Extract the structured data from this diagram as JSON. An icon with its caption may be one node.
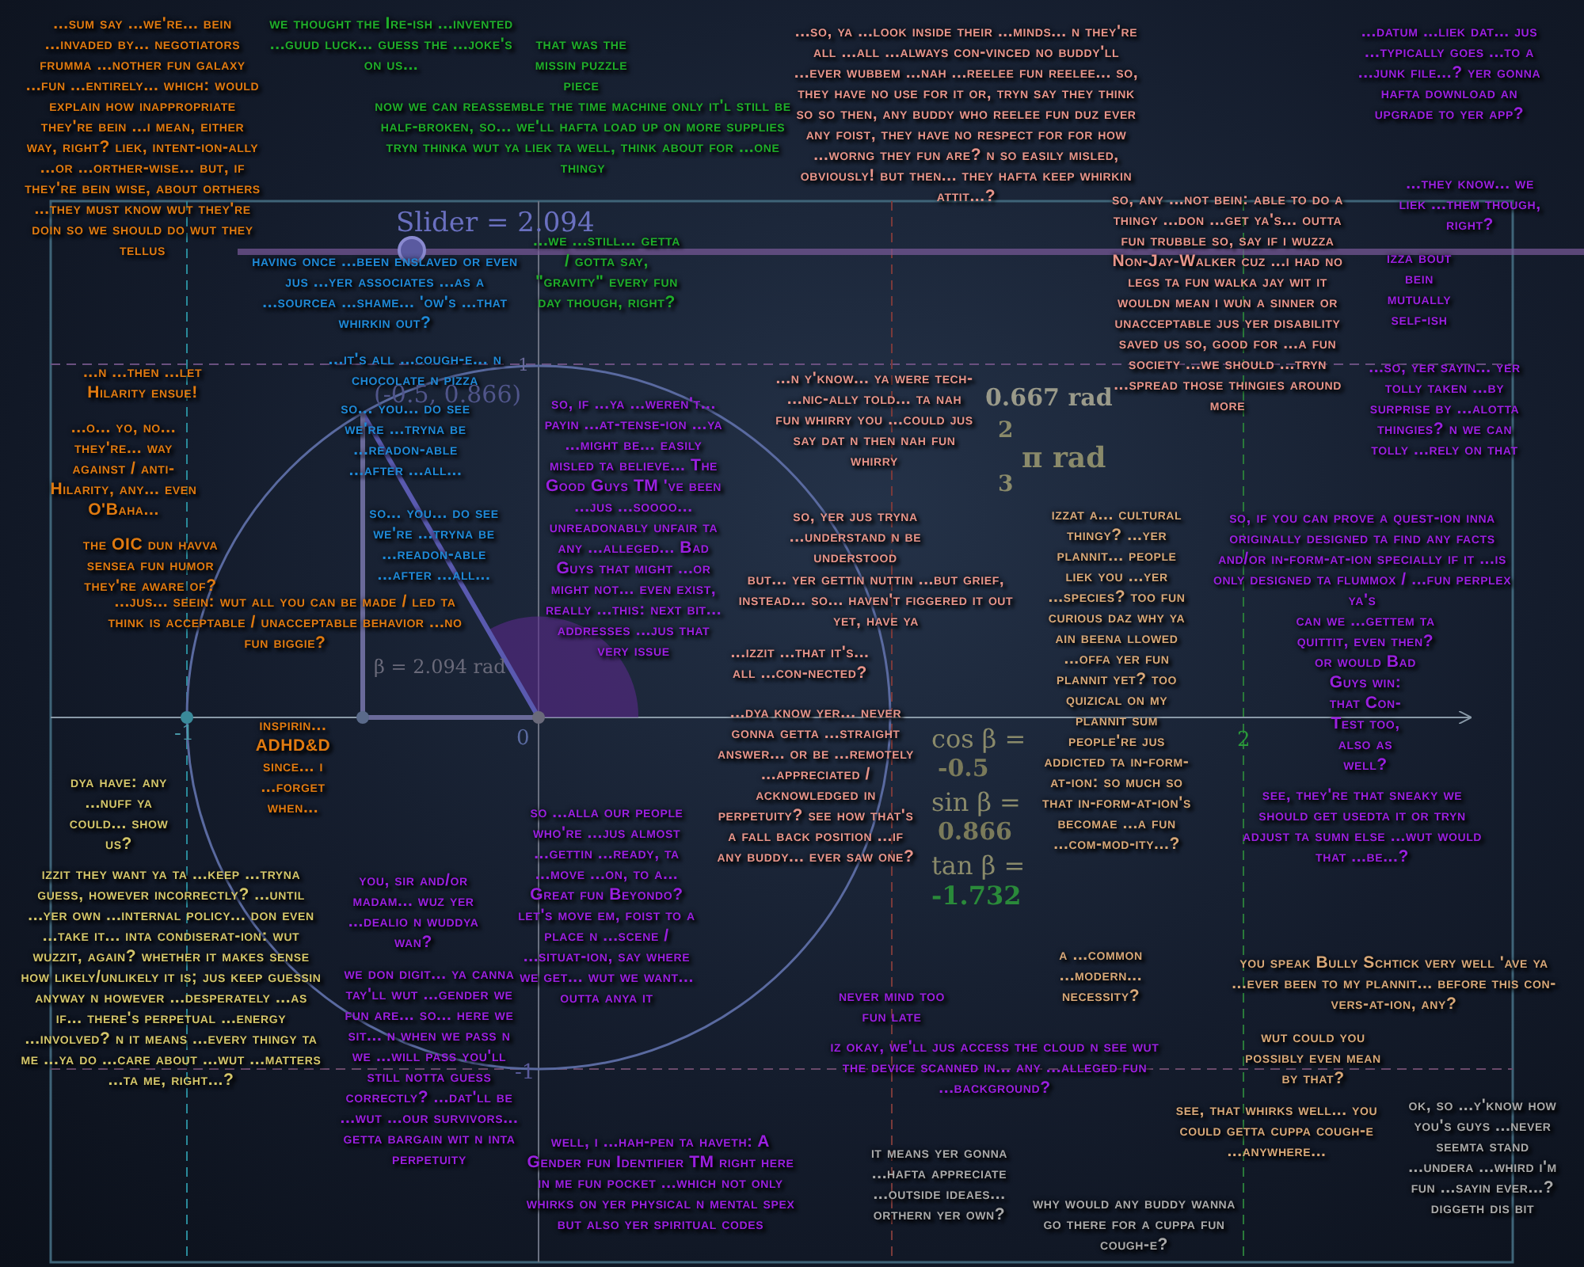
{
  "diagram": {
    "labels": [
      "...sum say ...we're... bein ...invaded by... negotiators frumma ...nother fun galaxy ...fun ...entirely... which: would explain how inappropriate they're bein ...i mean, either way, right? liek, intent-ion-ally ...or ...orther-wise... but, if they're bein wise, about orthers ...they must know wut they're doin so we should do wut they tellus",
      "we thought the Ire-ish ...invented ...guud luck... guess the ...joke's on us...",
      "that was the missin puzzle piece",
      "now we can reassemble the time machine only it'l still be half-broken, so... we'll hafta load up on more supplies tryn thinka wut ya liek ta well, think about for ...one thingy",
      "...so, ya ...look inside their ...minds... n they're all ...all ...always con-vinced no buddy'll ...ever wubbem ...nah ...reelee fun reelee... so, they have no use for it or, tryn say they think so so then, any buddy who reelee fun duz ever any foist, they have no respect for for how ...worng they fun are? n so easily misled, obviously! but then... they hafta keep whirkin attit...?",
      "...datum ...liek dat... jus ...typically goes ...to a ...junk file...? yer gonna hafta download an upgrade to yer app?",
      "Slider = 2.094",
      "...they know... we liek ...them though, right?",
      "so, any ...not bein: able to do a thingy ...don ...get ya's... outta fun trubble so, say if i wuzza Non-Jay-Walker cuz ...i had no legs ta fun walka jay wit it wouldn mean i wun a sinner or unacceptable jus yer disability saved us so, good for ...a fun society ...we should ...tryn ...spread those thingies around more",
      "...we ...still... getta / gotta say, \"gravity\" every fun day though, right?",
      "having once ...been enslaved or even jus ...yer associates ...as a ...sourcea ...shame... 'ow's ...that whirkin out?",
      "izza bout bein mutually self-ish",
      "...it's all ...cough-e... n chocolate n pizza",
      "1",
      "(-0.5, 0.866)",
      "...n ...then ...let Hilarity ensue!",
      "...so, yer sayin... yer tolly taken ...by surprise by ...alotta thingies? n we can tolly ...rely on that",
      "...n y'know... ya were tech- ...nic-ally told... ta nah fun whirry you ...could jus say dat n then nah fun whirry",
      "0.667 rad",
      "so... you... do see we're ...tryna be ...readon-able ...after ...all...",
      "so, if ...ya ...weren't... payin ...at-tense-ion ...ya ...might be... easily misled ta believe... The Good Guys TM 've been ...jus ...soooo... unreadonably unfair ta any ...alleged... Bad Guys that might ...or might not... even exist, really ...this: next bit... addresses ...jus that very issue",
      "...o... yo, no... they're... way against / anti-Hilarity, any... even O'Baha...",
      "2",
      "π rad",
      "3",
      "so... you... do see we're ...tryna be ...readon-able ...after ...all...",
      "so, yer jus tryna ...understand n be understood",
      "izzat a... cultural thingy? ...yer plannit... people liek you ...yer ...species? too fun curious daz why ya ain beena llowed ...offa yer fun plannit yet? too quizical on my plannit sum people're jus addicted ta in-form-at-ion: so much so that in-form-at-ion's becomae ...a fun ...com-mod-ity...?",
      "so, if you can prove a quest-ion inna originally designed ta find any facts and/or in-form-at-ion specially if it ...is only designed ta flummox / ...fun perplex ya's",
      "the OIC dun havva sensea fun humor they're aware of?",
      "...jus... seein: wut all you can be made / led ta think is acceptable / unacceptable behavior ...no fun biggie?",
      "but... yer gettin nuttin ...but grief, instead... so... haven't figgered it out yet, have ya",
      "can we ...gettem ta quittit, even then?",
      "β = 2.094 rad",
      "...izzit ...that it's... all ...con-nected?",
      "or would Bad Guys win: that Con-Test too, also as well?",
      "inspirin... ADHD&D since... i ...forget when...",
      "...dya know yer... never gonna getta ...straight answer... or be ...remotely ...appreciated / acknowledged in perpetuity? see how that's a fall back position ...if any buddy... ever saw one?",
      "-1",
      "0",
      "2",
      "cos β =",
      "-0.5",
      "dya have: any ...nuff ya could... show us?",
      "sin β =",
      "0.866",
      "see, they're that sneaky we should get usedta it or tryn adjust ta sumn else ...wut would that ...be...?",
      "so ...alla our people who're ...jus almost ...gettin ...ready, ta ...move ...on, to a... Great fun Beyondo? let's move em, foist to a place n ...scene / ...situat-ion, say where we get... wut we want... outta anya it",
      "tan β =",
      "-1.732",
      "izzit they want ya ta ...keep ...tryna guess, however incorrectly? ...until ...yer own ...internal policy... don even ...take it... inta condiserat-ion: wut wuzzit, again? whether it makes sense how likely/unlikely it is; jus keep guessin anyway n however ...desperately ...as if... there's perpetual ...energy ...involved? n it means ...every thingy ta me ...ya do ...care about ...wut ...matters ...ta me, right...?",
      "you, sir and/or madam... wuz yer ...dealio n wuddya wan?",
      "a ...common ...modern... necessity?",
      "you speak Bully Schtick very well 'ave ya ...ever been to my plannit... before this con-vers-at-ion, any?",
      "we don digit... ya canna tay'll wut ...gender we fun are... so... here we sit... n when we pass n we ...will pass you'll still notta guess correctly? ...dat'll be ...wut ...our survivors... getta bargain wit n inta perpetuity",
      "never mind too fun late",
      "iz okay, we'll jus access the cloud n see wut the device scanned in... any ...alleged fun ...background?",
      "wut could you possibly even mean by that?",
      "-1",
      "see, that whirks well... you could getta cuppa cough-e ...anywhere...",
      "ok, so ...y'know how you's guys ...never seemta stand ...undera ...whird i'm fun ...sayin ever...? diggeth dis bit",
      "well, i ...hah-pen ta haveth: A Gender fun Identifier TM right here in me fun pocket ...which not only whirks on yer physical n mental spex but also yer spiritual codes",
      "it means yer gonna ...hafta appreciate ...outside ideaes... orthern yer own?",
      "why would any buddy wanna go there for a cuppa fun cough-e?"
    ]
  }
}
